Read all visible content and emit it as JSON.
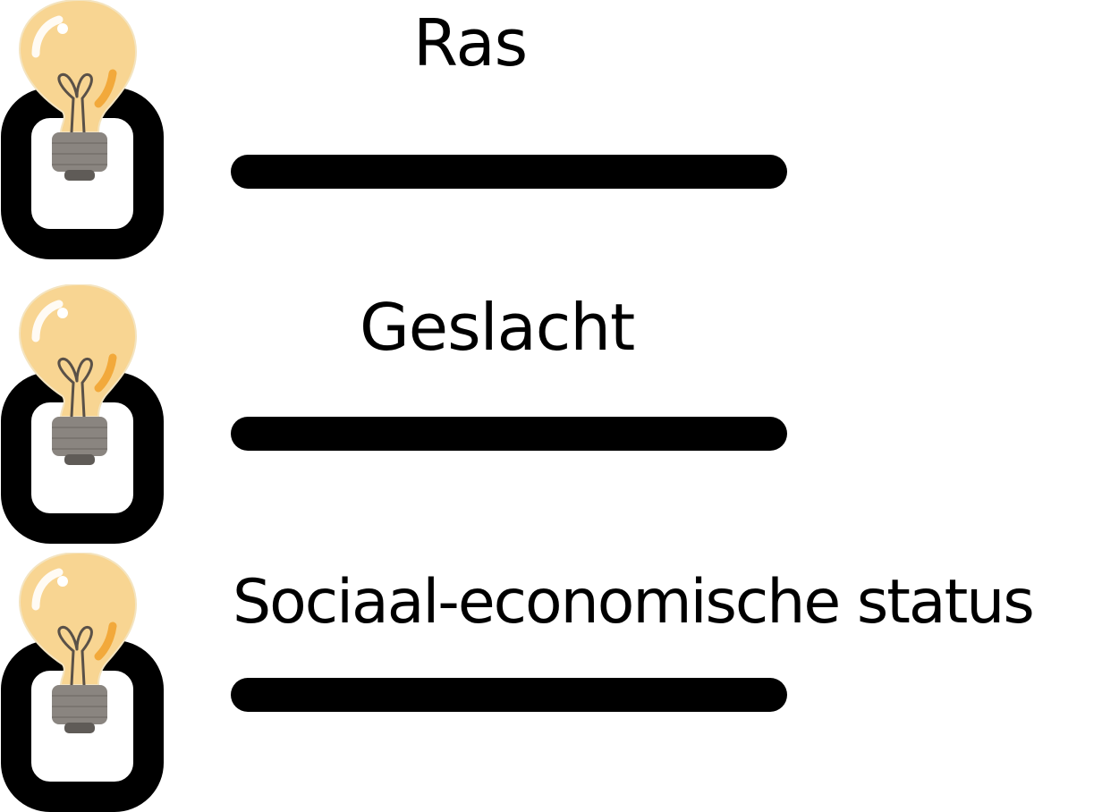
{
  "items": [
    {
      "label": "Ras",
      "icon": "lightbulb-checkbox-icon"
    },
    {
      "label": "Geslacht",
      "icon": "lightbulb-checkbox-icon"
    },
    {
      "label": "Sociaal-economische status",
      "icon": "lightbulb-checkbox-icon"
    }
  ],
  "colors": {
    "bulb_fill": "#F8D592",
    "bulb_highlight": "#F2A93B",
    "bulb_base": "#8A8580",
    "filament": "#5A5148",
    "checkbox_border": "#000000",
    "bar": "#000000",
    "text": "#000000",
    "background": "#FFFFFF"
  }
}
